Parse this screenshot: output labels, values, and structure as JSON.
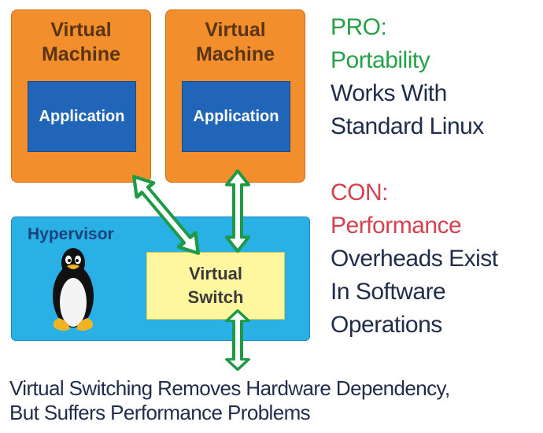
{
  "vm_left": {
    "title_line1": "Virtual",
    "title_line2": "Machine",
    "app_label": "Application"
  },
  "vm_right": {
    "title_line1": "Virtual",
    "title_line2": "Machine",
    "app_label": "Application"
  },
  "hypervisor": {
    "label": "Hypervisor",
    "logo_icon": "linux-penguin-icon"
  },
  "virtual_switch": {
    "line1": "Virtual",
    "line2": "Switch"
  },
  "pro": {
    "heading": "PRO:",
    "title": "Portability",
    "line1": "Works With",
    "line2": "Standard Linux"
  },
  "con": {
    "heading": "CON:",
    "title": "Performance",
    "line1": "Overheads Exist",
    "line2": "In Software",
    "line3": "Operations"
  },
  "caption": {
    "line1": "Virtual Switching Removes Hardware Dependency,",
    "line2": "But Suffers Performance Problems"
  },
  "colors": {
    "vm_orange": "#f28e2b",
    "application_blue": "#2065b7",
    "hypervisor_blue": "#29b1e6",
    "switch_yellow": "#fff7a0",
    "arrow_green": "#1e9a47",
    "pro_green": "#27a146",
    "con_red": "#d5424f",
    "text_navy": "#1f2d4a"
  }
}
